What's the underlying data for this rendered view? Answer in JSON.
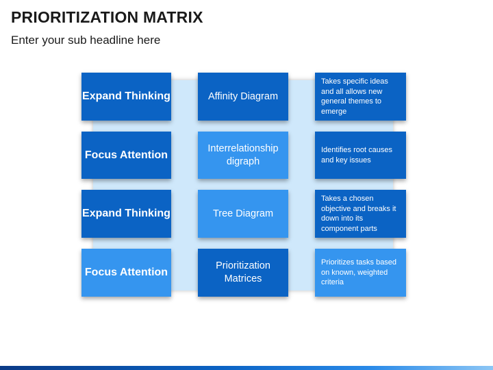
{
  "header": {
    "title": "PRIORITIZATION MATRIX",
    "subtitle": "Enter your sub headline here"
  },
  "colors": {
    "dark_blue": "#0b63c4",
    "light_blue": "#3595ef",
    "panel": "#cfe8fb"
  },
  "matrix": {
    "rows": [
      {
        "mode": "Expand Thinking",
        "tool": "Affinity Diagram",
        "description": "Takes specific ideas and all allows new general themes to emerge"
      },
      {
        "mode": "Focus Attention",
        "tool": "Interrelationship digraph",
        "description": "Identifies root causes and key issues"
      },
      {
        "mode": "Expand Thinking",
        "tool": "Tree Diagram",
        "description": "Takes a chosen objective and breaks it down into its component parts"
      },
      {
        "mode": "Focus Attention",
        "tool": "Prioritization Matrices",
        "description": "Prioritizes tasks based on known, weighted criteria"
      }
    ]
  }
}
